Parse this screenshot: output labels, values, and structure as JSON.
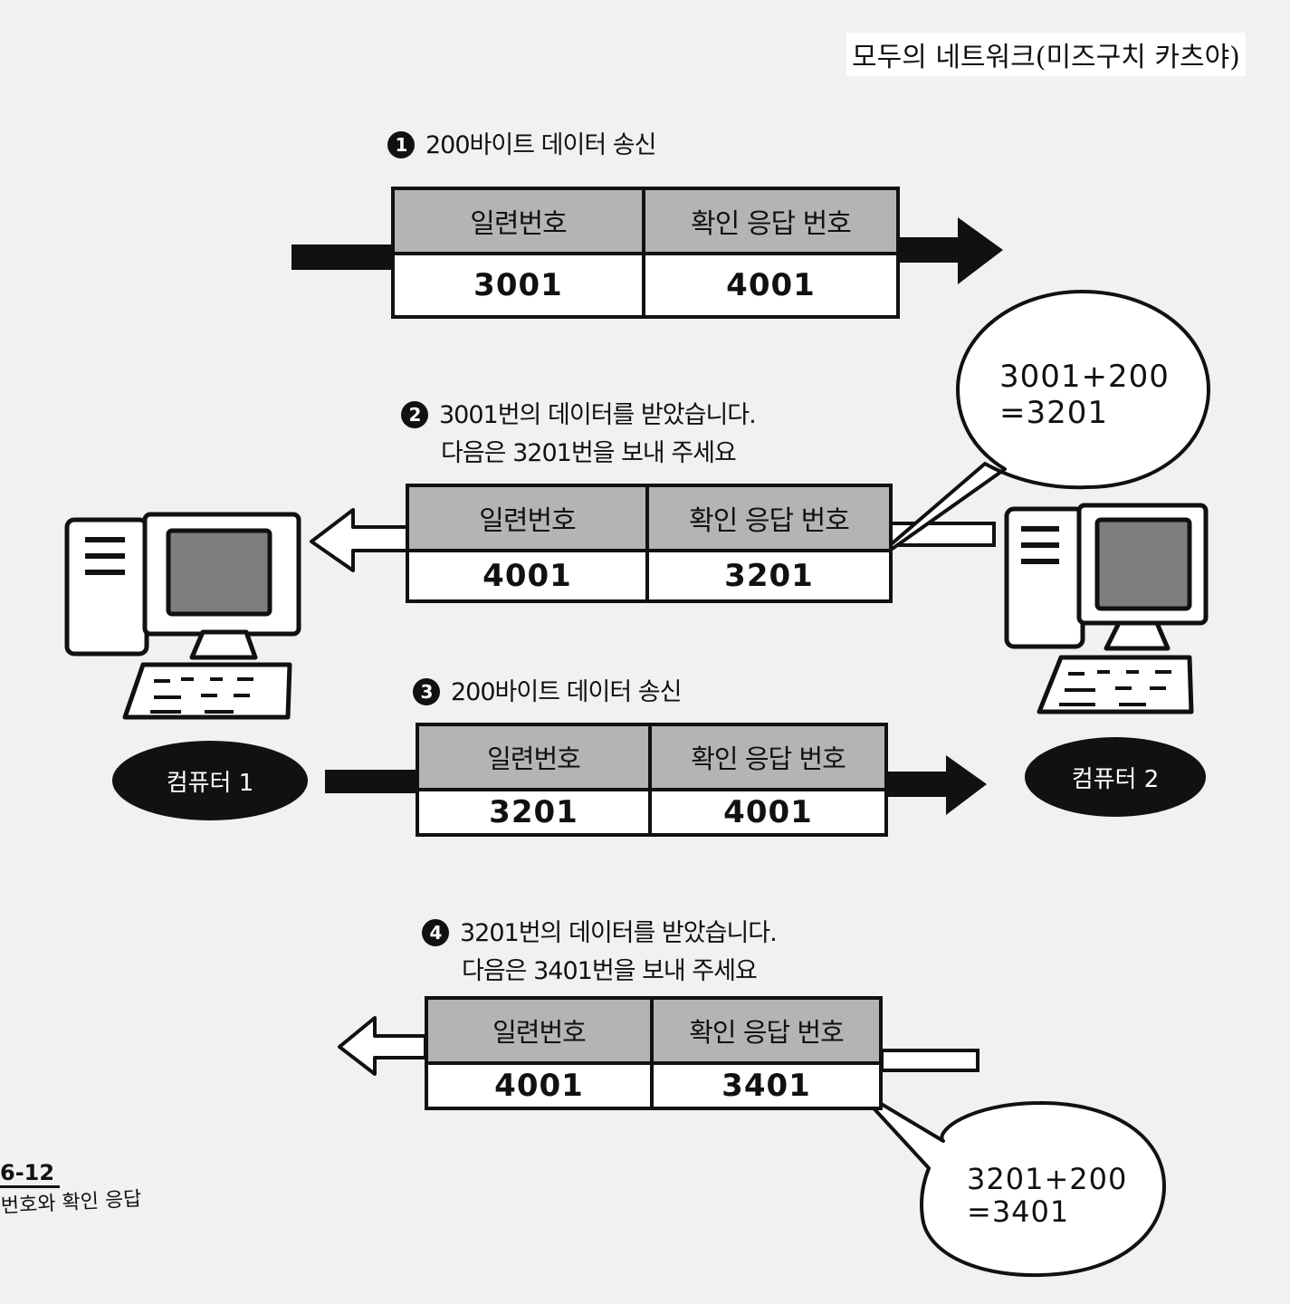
{
  "source_label": "모두의 네트워크(미즈구치 카츠야)",
  "steps": [
    {
      "num": "1",
      "line1": "200바이트 데이터 송신",
      "line2": ""
    },
    {
      "num": "2",
      "line1": "3001번의 데이터를 받았습니다.",
      "line2": "다음은 3201번을 보내 주세요"
    },
    {
      "num": "3",
      "line1": "200바이트 데이터 송신",
      "line2": ""
    },
    {
      "num": "4",
      "line1": "3201번의 데이터를 받았습니다.",
      "line2": "다음은 3401번을 보내 주세요"
    }
  ],
  "packet_headers": {
    "sequence": "일련번호",
    "ack": "확인 응답 번호"
  },
  "packets": [
    {
      "sequence": "3001",
      "ack": "4001",
      "direction": "right"
    },
    {
      "sequence": "4001",
      "ack": "3201",
      "direction": "left"
    },
    {
      "sequence": "3201",
      "ack": "4001",
      "direction": "right"
    },
    {
      "sequence": "4001",
      "ack": "3401",
      "direction": "left"
    }
  ],
  "bubbles": [
    {
      "text": "3001+200\n=3201"
    },
    {
      "text": "3201+200\n=3401"
    }
  ],
  "computers": {
    "left": "컴퓨터 1",
    "right": "컴퓨터 2"
  },
  "caption": {
    "number": "6-12",
    "text": "번호와 확인 응답"
  }
}
